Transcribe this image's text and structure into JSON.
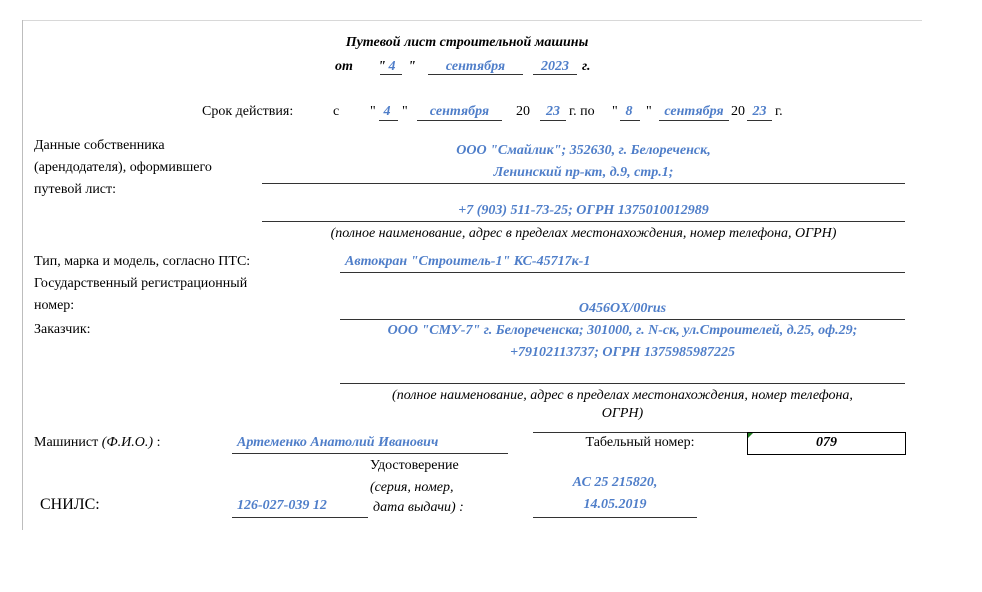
{
  "title": "Путевой лист строительной машины",
  "issue": {
    "prefix": "от",
    "q1": "\"",
    "day": "4",
    "q2": "\"",
    "month": "сентября",
    "year": "2023",
    "suffix": "г."
  },
  "validity": {
    "label": "Срок действия:",
    "from": "с",
    "q": "\"",
    "from_day": "4",
    "from_month": "сентября",
    "century1": "20",
    "from_year": "23",
    "to": "г. по",
    "to_day": "8",
    "to_month": "сентября",
    "century2": "20",
    "to_year": "23",
    "suffix": "г."
  },
  "owner": {
    "label_lines": [
      "Данные собственника",
      "(арендодателя), оформившего",
      "путевой лист:"
    ],
    "value_lines": [
      "ООО \"Смайлик\"; 352630, г. Белореченск,",
      "Ленинский пр-кт, д.9, стр.1;",
      "+7 (903) 511-73-25; ОГРН 1375010012989"
    ],
    "caption": "(полное наименование, адрес в пределах местонахождения, номер телефона, ОГРН)"
  },
  "vehicle": {
    "label": "Тип, марка и модель, согласно ПТС:",
    "value": "Автокран \"Строитель-1\" КС-45717к-1"
  },
  "reg": {
    "label_lines": [
      "Государственный регистрационный",
      "номер:"
    ],
    "value": "O456OX/00rus"
  },
  "customer": {
    "label": "Заказчик:",
    "value_lines": [
      "ООО \"СМУ-7\" г. Белореченска; 301000, г. N-ск, ул.Строителей, д.25, оф.29;",
      "+79102113737; ОГРН 1375985987225"
    ],
    "caption_lines": [
      "(полное наименование, адрес в пределах местонахождения, номер телефона,",
      "ОГРН)"
    ]
  },
  "operator": {
    "label": "Машинист",
    "label_italic": "(Ф.И.О.)",
    "colon": ":",
    "value": "Артеменко Анатолий Иванович",
    "tab_label": "Табельный номер:",
    "tab_value": "079"
  },
  "snils": {
    "label": "СНИЛС:",
    "value": "126-027-039 12"
  },
  "certificate": {
    "label_lines": [
      "Удостоверение",
      "(серия, номер,",
      "дата выдачи) :"
    ],
    "value_lines": [
      "АС 25 215820,",
      "14.05.2019"
    ]
  }
}
